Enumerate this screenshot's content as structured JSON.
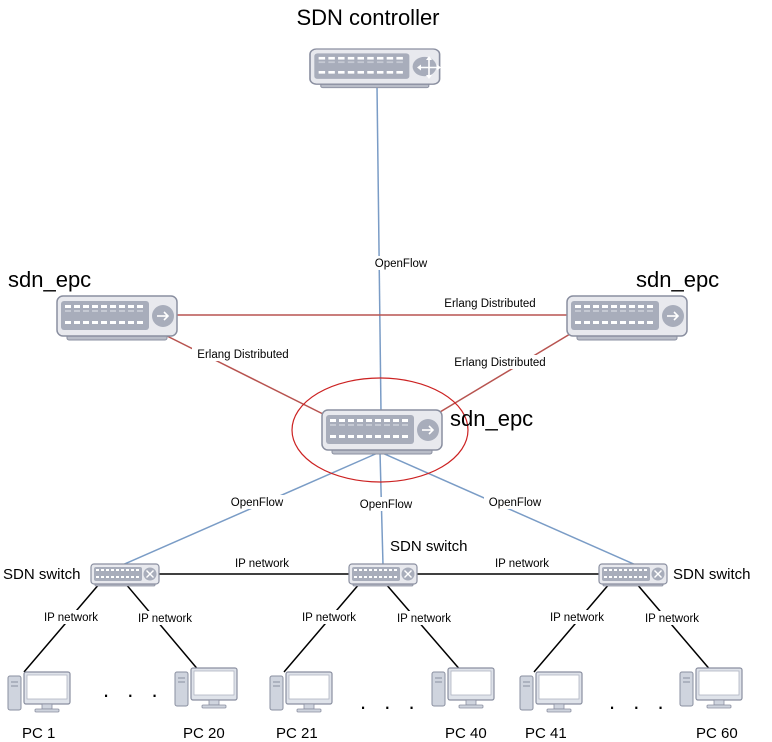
{
  "labels": {
    "controller": "SDN controller",
    "epc_left": "sdn_epc",
    "epc_right": "sdn_epc",
    "epc_center": "sdn_epc",
    "switch_left": "SDN switch",
    "switch_center": "SDN switch",
    "switch_right": "SDN switch"
  },
  "links": {
    "openflow_top": "OpenFlow",
    "erlang_top": "Erlang Distributed",
    "erlang_left": "Erlang Distributed",
    "erlang_right": "Erlang Distributed",
    "openflow_left": "OpenFlow",
    "openflow_center": "OpenFlow",
    "openflow_right": "OpenFlow",
    "ip_switch_left": "IP network",
    "ip_switch_right": "IP network",
    "ip_pc1": "IP network",
    "ip_pc20": "IP network",
    "ip_pc21": "IP network",
    "ip_pc40": "IP network",
    "ip_pc41": "IP network",
    "ip_pc60": "IP network"
  },
  "pcs": {
    "pc1": "PC 1",
    "pc20": "PC 20",
    "pc21": "PC 21",
    "pc40": "PC 40",
    "pc41": "PC 41",
    "pc60": "PC 60"
  },
  "ellipsis": ". . .",
  "colors": {
    "openflow": "#7a9cc6",
    "erlang": "#b85450",
    "ip": "#000000",
    "highlight": "#cc2222",
    "device_fill": "#e6e6ea",
    "device_stroke": "#8a8fa0",
    "pc_fill": "#dfe3ea"
  },
  "icons": {
    "controller": "router-icon",
    "epc": "arrow-right-icon",
    "switch": "switch-x-icon",
    "pc": "desktop-pc-icon"
  }
}
